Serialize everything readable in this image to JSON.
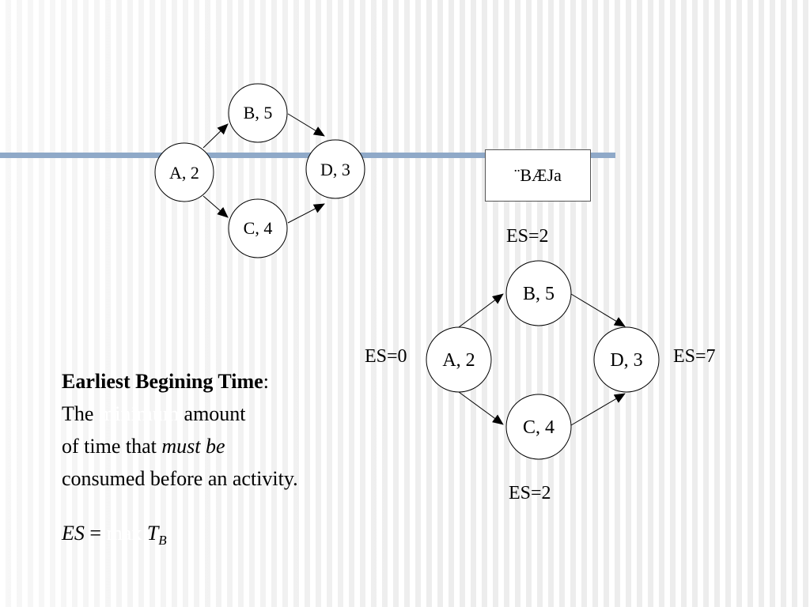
{
  "top_diagram": {
    "nodes": {
      "a": "A, 2",
      "b": "B, 5",
      "c": "C, 4",
      "d": "D, 3"
    }
  },
  "legend_box": {
    "text": "¨BÆJa"
  },
  "bottom_diagram": {
    "nodes": {
      "a": "A, 2",
      "b": "B, 5",
      "c": "C, 4",
      "d": "D, 3"
    },
    "es_labels": {
      "a": "ES=0",
      "b": "ES=2",
      "c": "ES=2",
      "d": "ES=7"
    }
  },
  "definition": {
    "term": "Earliest Begining Time",
    "colon": ":",
    "line1_start": "The",
    "line1_highlight": "minimum",
    "line1_end": "amount",
    "line2_start": "of time that",
    "line2_emph": "must be",
    "line3": "consumed before an activity."
  },
  "formula": {
    "lhs": "ES",
    "equals": "=",
    "func": "max",
    "var": "T",
    "sub": "B"
  }
}
